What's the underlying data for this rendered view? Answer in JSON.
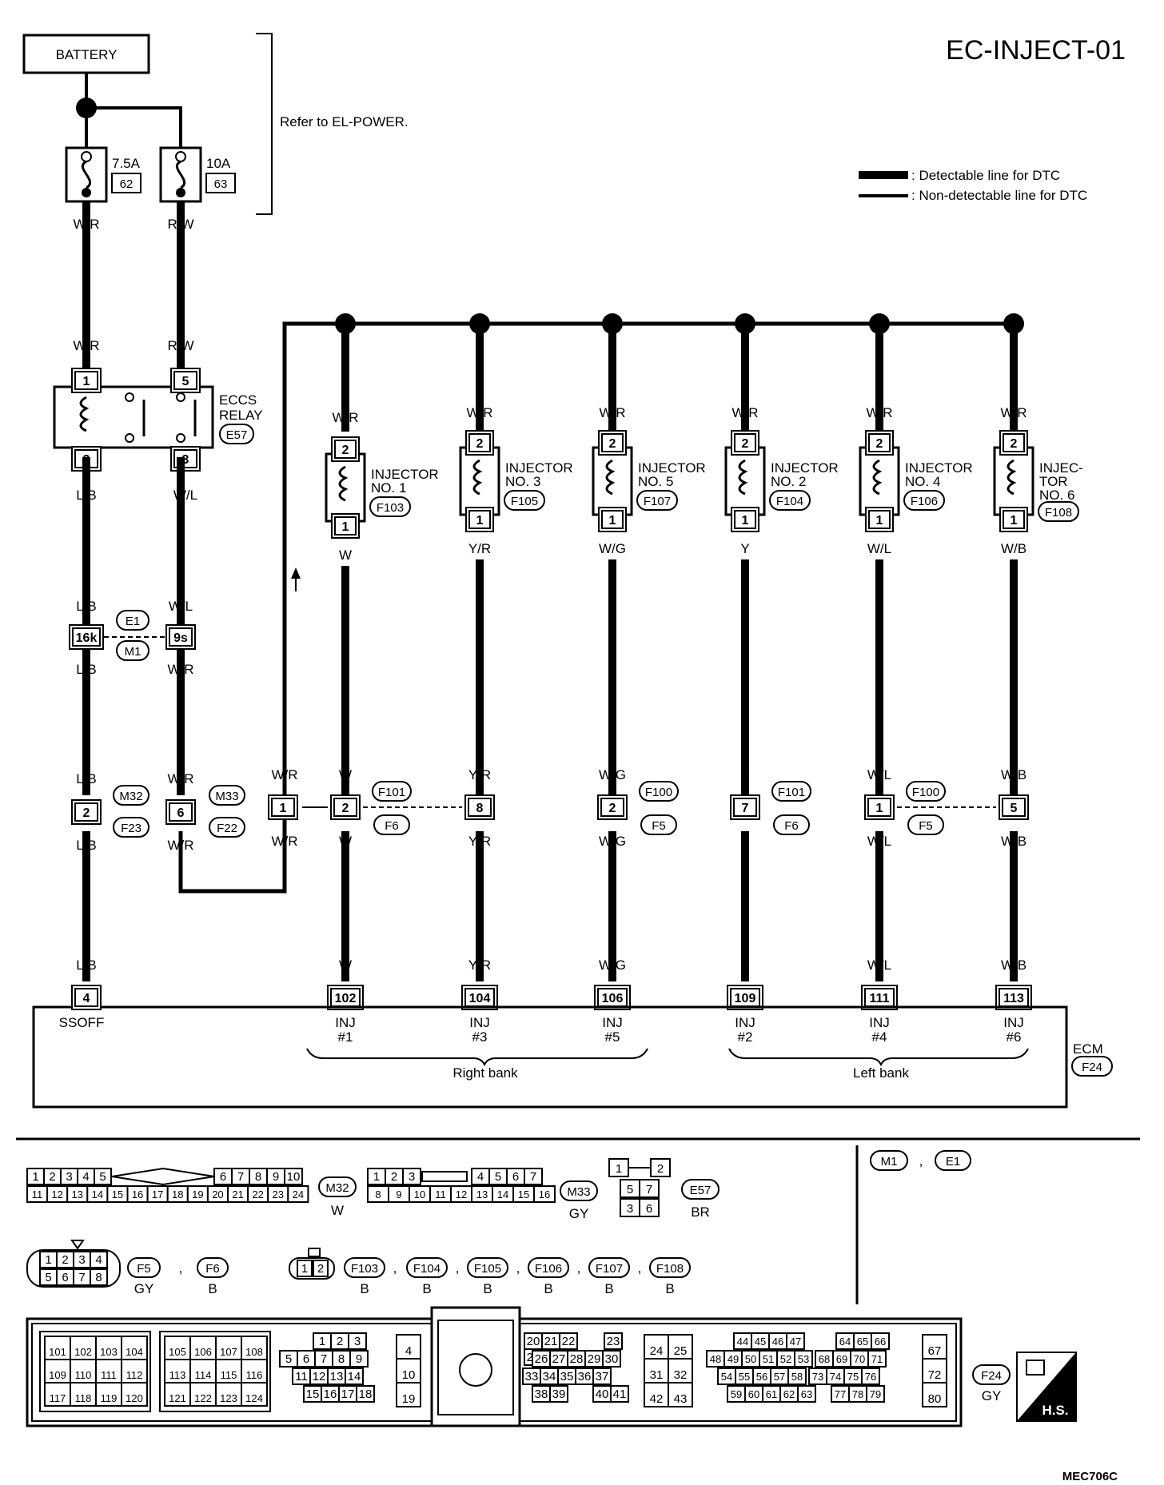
{
  "title": "EC-INJECT-01",
  "doc_code": "MEC706C",
  "battery": "BATTERY",
  "refer_note": "Refer to EL-POWER.",
  "legend": {
    "detectable": ": Detectable line for DTC",
    "non_detectable": ": Non-detectable line for DTC"
  },
  "fuses": [
    {
      "rating": "7.5A",
      "number": "62",
      "wire": "W/R"
    },
    {
      "rating": "10A",
      "number": "63",
      "wire": "R/W"
    }
  ],
  "relay": {
    "name1": "ECCS",
    "name2": "RELAY",
    "connector": "E57",
    "pins": [
      "1",
      "5",
      "2",
      "3"
    ],
    "wires_in": [
      "W/R",
      "R/W"
    ],
    "wires_out": [
      "L/B",
      "W/L"
    ]
  },
  "joint_e1": {
    "connectors": [
      "E1",
      "M1"
    ],
    "pins": [
      "16k",
      "9s"
    ],
    "wires_top": [
      "L/B",
      "W/L"
    ],
    "wires_bottom": [
      "L/B",
      "W/R"
    ]
  },
  "joint_m": {
    "connectors": [
      "M32",
      "F23",
      "M33",
      "F22"
    ],
    "pins": [
      "2",
      "6"
    ],
    "wires_top": [
      "L/B",
      "W/R"
    ],
    "wires_bottom": [
      "L/B",
      "W/R"
    ]
  },
  "bus_joint": {
    "pin": "1",
    "wire_top": "W/R",
    "wire_bottom": "W/R"
  },
  "injectors": [
    {
      "l1": "INJECTOR",
      "l2": "NO. 1",
      "l3": "",
      "conn": "F103",
      "wire_top": "W/R",
      "wire": "W",
      "jpin": "2",
      "jc1": "F101",
      "jc2": "F6",
      "ecm_pin": "102",
      "ecm_l1": "INJ",
      "ecm_l2": "#1"
    },
    {
      "l1": "INJECTOR",
      "l2": "NO. 3",
      "l3": "",
      "conn": "F105",
      "wire_top": "W/R",
      "wire": "Y/R",
      "jpin": "8",
      "jc1": "",
      "jc2": "",
      "ecm_pin": "104",
      "ecm_l1": "INJ",
      "ecm_l2": "#3"
    },
    {
      "l1": "INJECTOR",
      "l2": "NO. 5",
      "l3": "",
      "conn": "F107",
      "wire_top": "W/R",
      "wire": "W/G",
      "jpin": "2",
      "jc1": "F100",
      "jc2": "F5",
      "ecm_pin": "106",
      "ecm_l1": "INJ",
      "ecm_l2": "#5"
    },
    {
      "l1": "INJECTOR",
      "l2": "NO. 2",
      "l3": "",
      "conn": "F104",
      "wire_top": "W/R",
      "wire": "Y",
      "jpin": "7",
      "jc1": "F101",
      "jc2": "F6",
      "ecm_pin": "109",
      "ecm_l1": "INJ",
      "ecm_l2": "#2"
    },
    {
      "l1": "INJECTOR",
      "l2": "NO. 4",
      "l3": "",
      "conn": "F106",
      "wire_top": "W/R",
      "wire": "W/L",
      "jpin": "1",
      "jc1": "F100",
      "jc2": "F5",
      "ecm_pin": "111",
      "ecm_l1": "INJ",
      "ecm_l2": "#4"
    },
    {
      "l1": "INJEC-",
      "l2": "TOR",
      "l3": "NO. 6",
      "conn": "F108",
      "wire_top": "W/R",
      "wire": "W/B",
      "jpin": "5",
      "jc1": "",
      "jc2": "",
      "ecm_pin": "113",
      "ecm_l1": "INJ",
      "ecm_l2": "#6"
    }
  ],
  "ecm": {
    "name": "ECM",
    "connector": "F24",
    "ssoff_pin": "4",
    "ssoff_label": "SSOFF",
    "ssoff_wire": "L/B",
    "right_bank": "Right bank",
    "left_bank": "Left bank"
  },
  "connector_views": {
    "m32": {
      "id": "M32",
      "color": "W",
      "top": [
        "1",
        "2",
        "3",
        "4",
        "5",
        "6",
        "7",
        "8",
        "9",
        "10"
      ],
      "bottom": [
        "11",
        "12",
        "13",
        "14",
        "15",
        "16",
        "17",
        "18",
        "19",
        "20",
        "21",
        "22",
        "23",
        "24"
      ]
    },
    "m33": {
      "id": "M33",
      "color": "GY",
      "top": [
        "1",
        "2",
        "3",
        "4",
        "5",
        "6",
        "7"
      ],
      "bottom": [
        "8",
        "9",
        "10",
        "11",
        "12",
        "13",
        "14",
        "15",
        "16"
      ]
    },
    "e57": {
      "id": "E57",
      "color": "BR",
      "pins": [
        "1",
        "2",
        "5",
        "7",
        "3",
        "6"
      ]
    },
    "m1e1": {
      "ids": [
        "M1",
        "E1"
      ],
      "sep": ","
    },
    "f5f6": {
      "pins": [
        "1",
        "2",
        "3",
        "4",
        "5",
        "6",
        "7",
        "8"
      ],
      "ids": [
        "F5",
        "F6"
      ],
      "colors": [
        "GY",
        "B"
      ],
      "sep": ","
    },
    "inj": {
      "pins": [
        "1",
        "2"
      ],
      "ids": [
        "F103",
        "F104",
        "F105",
        "F106",
        "F107",
        "F108"
      ],
      "colors": [
        "B",
        "B",
        "B",
        "B",
        "B",
        "B"
      ],
      "sep": ","
    },
    "f24": {
      "id": "F24",
      "color": "GY",
      "hs": "H.S.",
      "g1": [
        "101",
        "102",
        "103",
        "104",
        "109",
        "110",
        "111",
        "112",
        "117",
        "118",
        "119",
        "120"
      ],
      "g2": [
        "105",
        "106",
        "107",
        "108",
        "113",
        "114",
        "115",
        "116",
        "121",
        "122",
        "123",
        "124"
      ],
      "g3a": [
        "1",
        "2",
        "3"
      ],
      "g3b": [
        "5",
        "6",
        "7",
        "8",
        "9"
      ],
      "g3c": [
        "11",
        "12",
        "13",
        "14"
      ],
      "g3d": [
        "15",
        "16",
        "17",
        "18"
      ],
      "g4": [
        "4",
        "10",
        "19"
      ],
      "g5a": [
        "20",
        "21",
        "22",
        "23"
      ],
      "g5b": [
        "26",
        "27",
        "28",
        "29",
        "30"
      ],
      "g5c": [
        "33",
        "34",
        "35",
        "36",
        "37"
      ],
      "g5d": [
        "38",
        "39",
        "40",
        "41"
      ],
      "g6": [
        "24",
        "25",
        "31",
        "32",
        "42",
        "43"
      ],
      "g7a": [
        "44",
        "45",
        "46",
        "47",
        "64",
        "65",
        "66"
      ],
      "g7b": [
        "48",
        "49",
        "50",
        "51",
        "52",
        "53",
        "68",
        "69",
        "70",
        "71"
      ],
      "g7c": [
        "54",
        "55",
        "56",
        "57",
        "58",
        "73",
        "74",
        "75",
        "76"
      ],
      "g7d": [
        "59",
        "60",
        "61",
        "62",
        "63",
        "77",
        "78",
        "79"
      ],
      "g8": [
        "67",
        "72",
        "80"
      ]
    }
  }
}
